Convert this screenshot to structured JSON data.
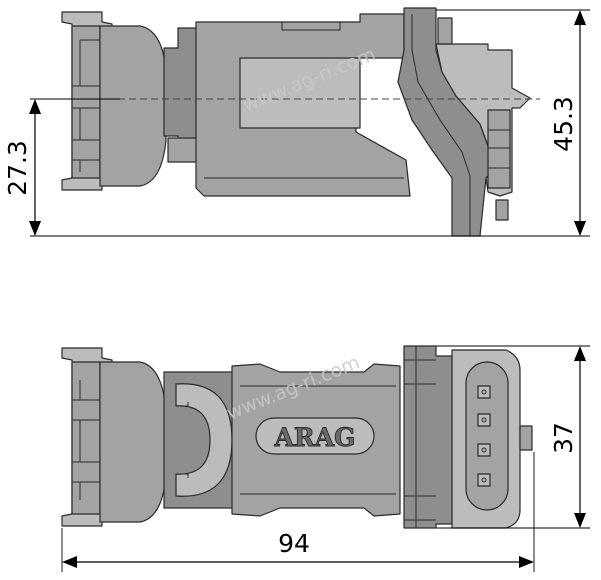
{
  "dimensions": {
    "top_right_height": "45.3",
    "top_left_height": "27.3",
    "bottom_right_height": "37",
    "bottom_length": "94"
  },
  "logo": {
    "text": "ARAG"
  },
  "watermark": {
    "text": "www.ag-ri.com"
  },
  "colors": {
    "part_fill": "#a3a3a3",
    "outline": "#2a2a2a",
    "dimension": "#000000"
  }
}
